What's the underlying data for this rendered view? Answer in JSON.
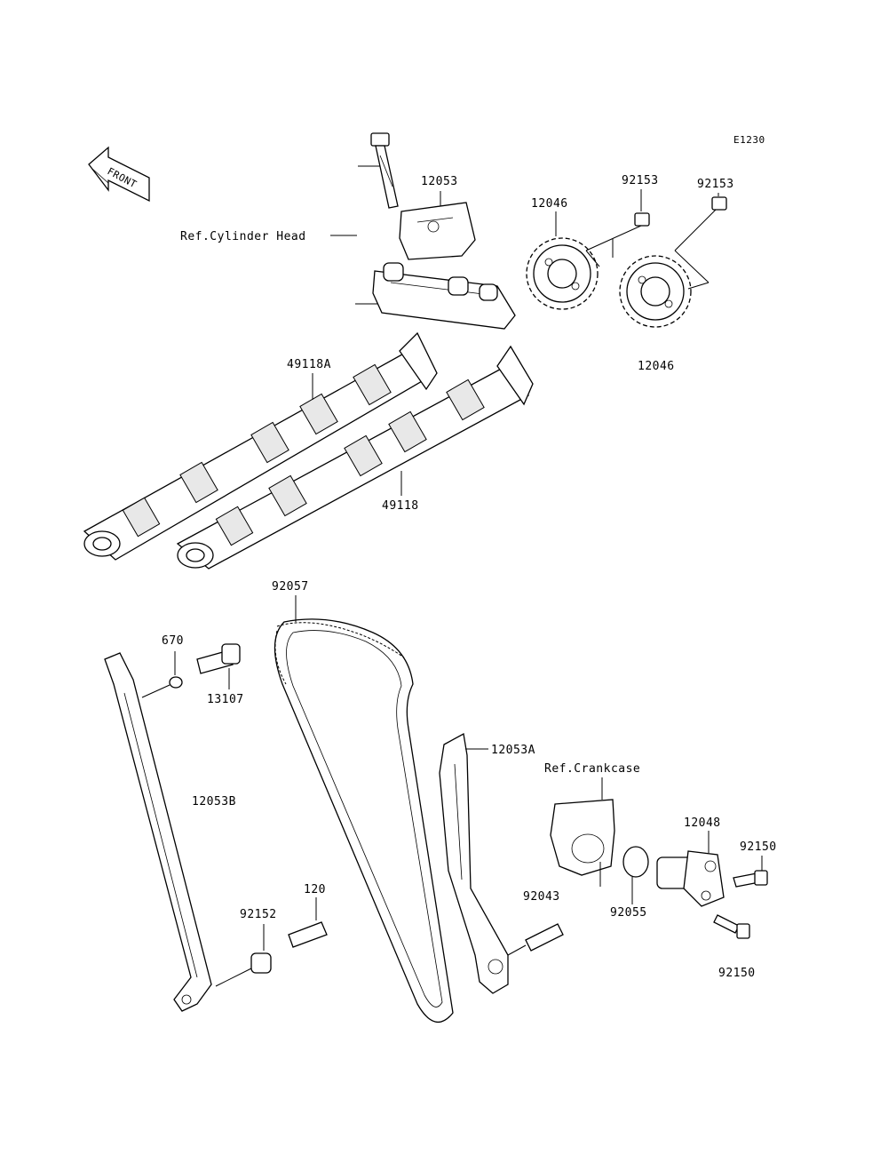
{
  "diagram": {
    "code": "E1230",
    "front_label": "FRONT",
    "references": {
      "cylinder_head": "Ref.Cylinder Head",
      "crankcase": "Ref.Crankcase"
    },
    "parts": [
      {
        "id": "bolt_12053_top",
        "label": ""
      },
      {
        "id": "p12053",
        "label": "12053"
      },
      {
        "id": "p12046_a",
        "label": "12046"
      },
      {
        "id": "p92153_a",
        "label": "92153"
      },
      {
        "id": "p92153_b",
        "label": "92153"
      },
      {
        "id": "p12046_b",
        "label": "12046"
      },
      {
        "id": "p49118A",
        "label": "49118A"
      },
      {
        "id": "p49118",
        "label": "49118"
      },
      {
        "id": "p92057",
        "label": "92057"
      },
      {
        "id": "p670",
        "label": "670"
      },
      {
        "id": "p13107",
        "label": "13107"
      },
      {
        "id": "p12053A",
        "label": "12053A"
      },
      {
        "id": "p12053B",
        "label": "12053B"
      },
      {
        "id": "p120",
        "label": "120"
      },
      {
        "id": "p92152",
        "label": "92152"
      },
      {
        "id": "p92043",
        "label": "92043"
      },
      {
        "id": "p92055",
        "label": "92055"
      },
      {
        "id": "p12048",
        "label": "12048"
      },
      {
        "id": "p92150_a",
        "label": "92150"
      },
      {
        "id": "p92150_b",
        "label": "92150"
      }
    ]
  }
}
